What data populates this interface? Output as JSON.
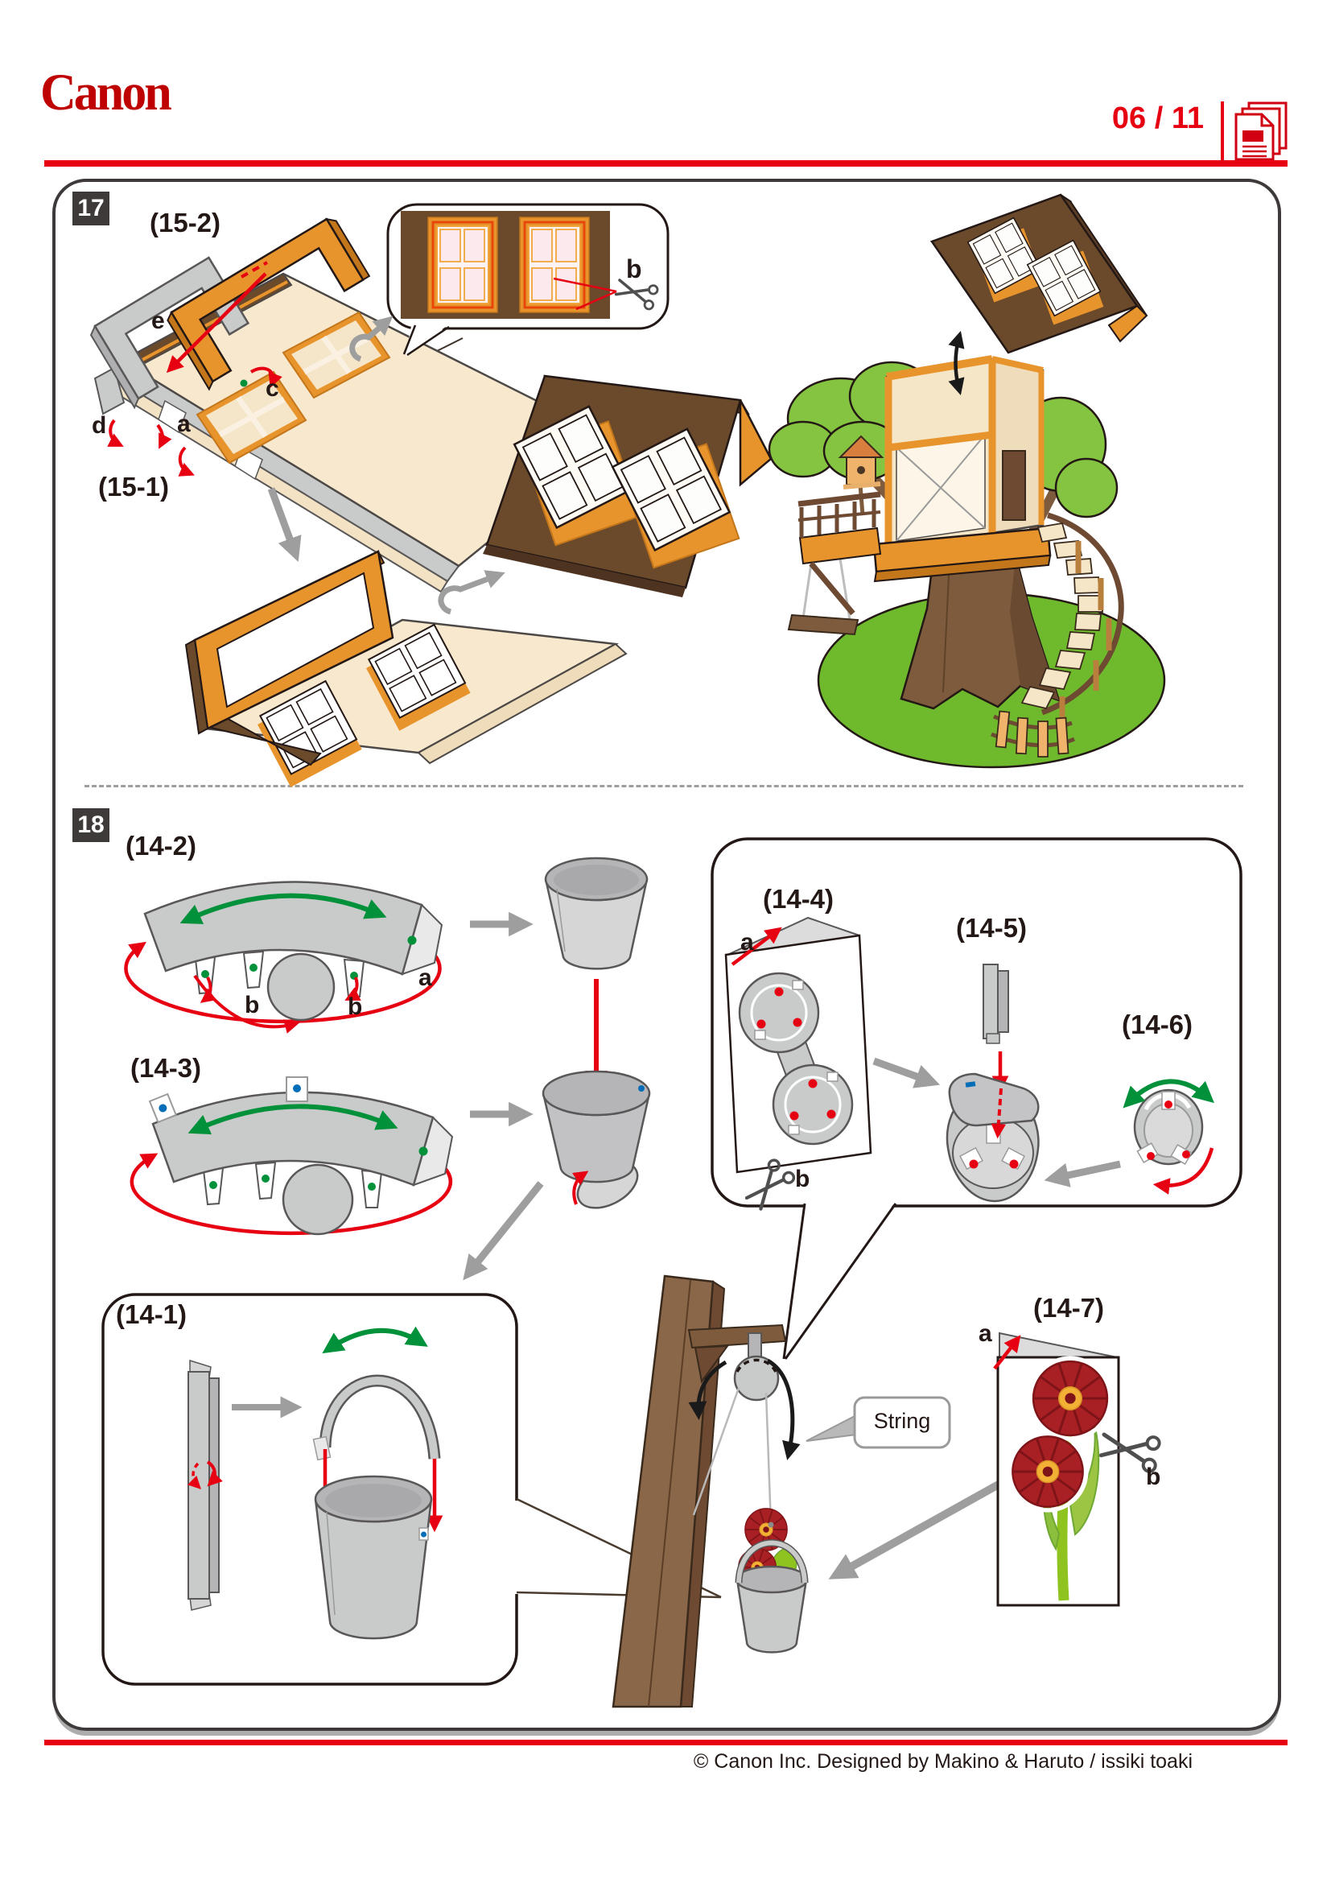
{
  "header": {
    "brand": "Canon",
    "page_number": "06 / 11"
  },
  "step17": {
    "badge": "17",
    "part_15_2": "(15-2)",
    "part_15_1": "(15-1)",
    "label_e": "e",
    "label_c": "c",
    "label_d": "d",
    "label_a": "a",
    "callout_cut_label": "b"
  },
  "step18": {
    "badge": "18",
    "part_14_1": "(14-1)",
    "part_14_2": "(14-2)",
    "part_14_3": "(14-3)",
    "part_14_4": "(14-4)",
    "part_14_5": "(14-5)",
    "part_14_6": "(14-6)",
    "part_14_7": "(14-7)",
    "ring_label_a": "a",
    "ring_label_b_left": "b",
    "ring_label_b_right": "b",
    "axle_label_a": "a",
    "axle_label_b": "b",
    "flower_label_a": "a",
    "flower_label_b": "b",
    "string_callout": "String"
  },
  "footer": {
    "copyright": "© Canon Inc. Designed by Makino & Haruto / issiki toaki"
  },
  "colors": {
    "accent_red": "#E60012",
    "logo_red": "#BF0000",
    "wood_orange": "#E8942D",
    "roof_brown": "#6B4A2B",
    "paper_gray": "#C9CACA",
    "grass_green": "#6FBA2C",
    "marker_green": "#00913A",
    "marker_blue": "#036EB8"
  }
}
